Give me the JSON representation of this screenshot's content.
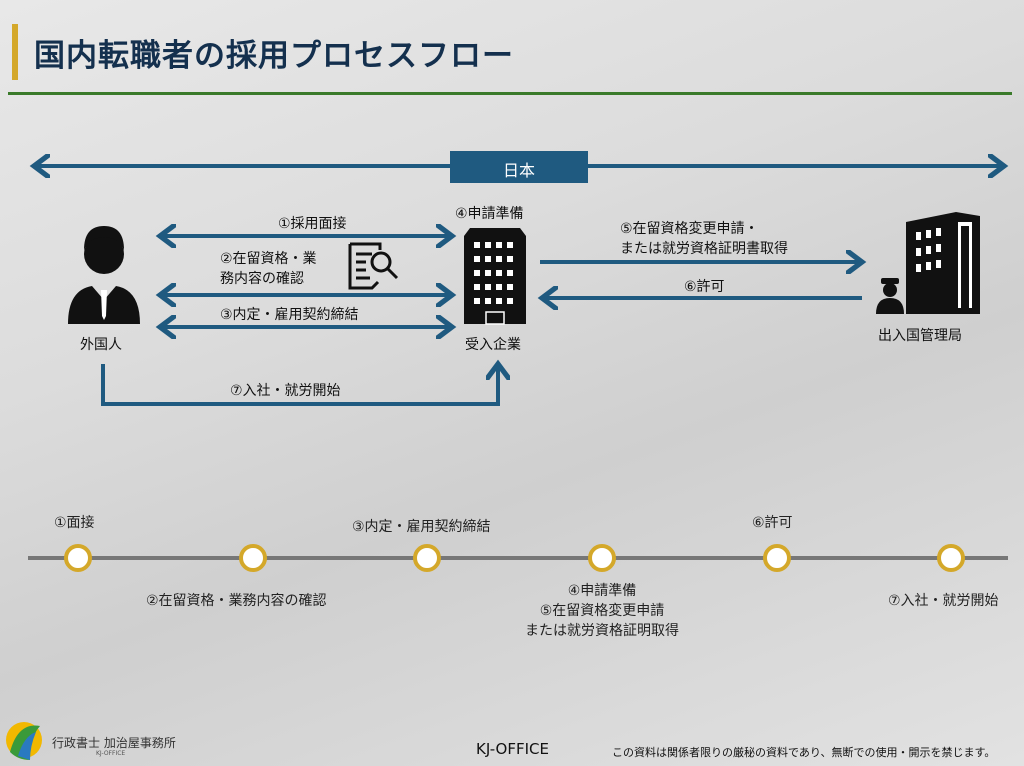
{
  "title": "国内転職者の採用プロセスフロー",
  "japan_label": "日本",
  "flow": {
    "foreigner": "外国人",
    "company": "受入企業",
    "immigration": "出入国管理局",
    "step1": "①採用面接",
    "step2_line1": "②在留資格・業",
    "step2_line2": "務内容の確認",
    "step3": "③内定・雇用契約締結",
    "step4": "④申請準備",
    "step5_line1": "⑤在留資格変更申請・",
    "step5_line2": "または就労資格証明書取得",
    "step6": "⑥許可",
    "step7": "⑦入社・就労開始"
  },
  "timeline": {
    "t1": "①面接",
    "t2": "②在留資格・業務内容の確認",
    "t3": "③内定・雇用契約締結",
    "t4a": "④申請準備",
    "t4b": "⑤在留資格変更申請",
    "t4c": "または就労資格証明取得",
    "t6": "⑥許可",
    "t7": "⑦入社・就労開始"
  },
  "footer": {
    "office_name": "行政書士 加治屋事務所",
    "office_sub": "KJ-OFFICE",
    "center": "KJ-OFFICE",
    "notice": "この資料は関係者限りの厳秘の資料であり、無断での使用・開示を禁じます。"
  },
  "colors": {
    "arrow": "#1f5a80",
    "accent": "#d4a82a",
    "rule": "#3a7a2a",
    "title": "#14304e"
  }
}
